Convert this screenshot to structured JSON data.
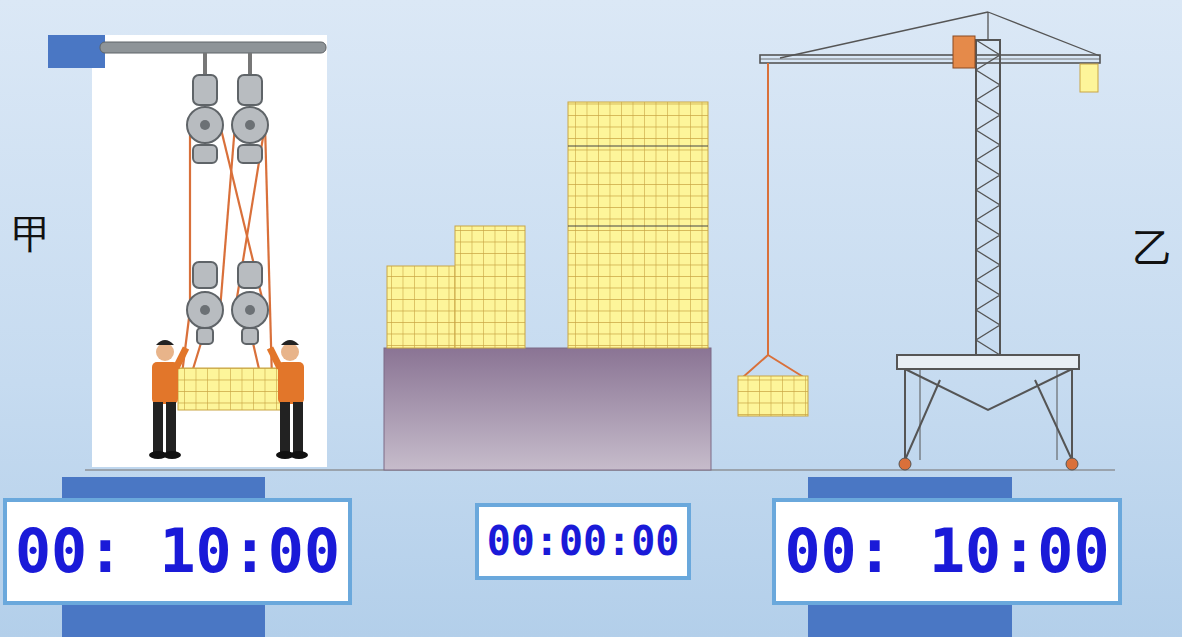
{
  "diagram": {
    "nodes": [
      {
        "text": [
          "00: 10:00"
        ]
      },
      {
        "text": [
          "00:00:00"
        ]
      },
      {
        "text": [
          "00: 10:00"
        ]
      }
    ],
    "labels": [
      "甲",
      "乙"
    ]
  }
}
